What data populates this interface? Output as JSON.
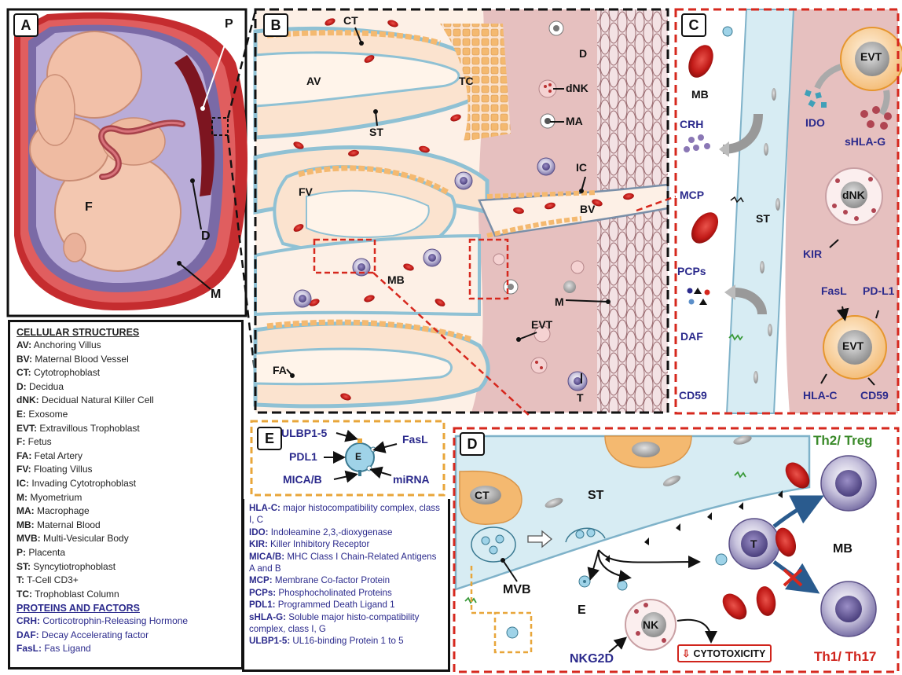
{
  "panels": {
    "a": "A",
    "b": "B",
    "c": "C",
    "d": "D",
    "e": "E"
  },
  "panel_a": {
    "p": "P",
    "f": "F",
    "d": "D",
    "m": "M"
  },
  "panel_b": {
    "ct": "CT",
    "d": "D",
    "av": "AV",
    "tc": "TC",
    "dnk": "dNK",
    "ma": "MA",
    "st": "ST",
    "ic": "IC",
    "fv": "FV",
    "bv": "BV",
    "mb": "MB",
    "m": "M",
    "evt": "EVT",
    "fa": "FA",
    "t": "T"
  },
  "panel_c": {
    "mb": "MB",
    "crh": "CRH",
    "mcp": "MCP",
    "st": "ST",
    "pcps": "PCPs",
    "daf": "DAF",
    "cd59_left": "CD59",
    "evt_top": "EVT",
    "ido": "IDO",
    "shlag": "sHLA-G",
    "dnk": "dNK",
    "kir": "KIR",
    "fasl": "FasL",
    "pdl1": "PD-L1",
    "evt_bottom": "EVT",
    "hlac": "HLA-C",
    "cd59_right": "CD59"
  },
  "panel_d": {
    "ct": "CT",
    "st": "ST",
    "mvb": "MVB",
    "e": "E",
    "nk": "NK",
    "nkg2d": "NKG2D",
    "cytotoxicity": "CYTOTOXICITY",
    "t": "T",
    "mb": "MB",
    "th2": "Th2/ Treg",
    "th1": "Th1/ Th17"
  },
  "panel_e": {
    "ulbp": "ULBP1-5",
    "fasl": "FasL",
    "pdl1": "PDL1",
    "e": "E",
    "mica": "MICA/B",
    "mirna": "miRNA"
  },
  "legend": {
    "cellular_header": "CELLULAR STRUCTURES",
    "cellular": [
      {
        "abbr": "AV:",
        "text": " Anchoring Villus"
      },
      {
        "abbr": "BV:",
        "text": " Maternal Blood Vessel"
      },
      {
        "abbr": "CT:",
        "text": " Cytotrophoblast"
      },
      {
        "abbr": "D:",
        "text": " Decidua"
      },
      {
        "abbr": "dNK:",
        "text": " Decidual Natural Killer Cell"
      },
      {
        "abbr": "E:",
        "text": " Exosome"
      },
      {
        "abbr": "EVT:",
        "text": " Extravillous Trophoblast"
      },
      {
        "abbr": "F:",
        "text": " Fetus"
      },
      {
        "abbr": "FA:",
        "text": " Fetal Artery"
      },
      {
        "abbr": "FV:",
        "text": " Floating Villus"
      },
      {
        "abbr": "IC:",
        "text": " Invading Cytotrophoblast"
      },
      {
        "abbr": "M:",
        "text": " Myometrium"
      },
      {
        "abbr": "MA:",
        "text": " Macrophage"
      },
      {
        "abbr": "MB:",
        "text": " Maternal Blood"
      },
      {
        "abbr": "MVB:",
        "text": " Multi-Vesicular Body"
      },
      {
        "abbr": "P:",
        "text": " Placenta"
      },
      {
        "abbr": "ST:",
        "text": " Syncytiotrophoblast"
      },
      {
        "abbr": "T:",
        "text": " T-Cell CD3+"
      },
      {
        "abbr": "TC:",
        "text": " Trophoblast Column"
      }
    ],
    "proteins_header": "PROTEINS AND FACTORS",
    "proteins": [
      {
        "abbr": "CRH:",
        "text": " Corticotrophin-Releasing Hormone"
      },
      {
        "abbr": "DAF:",
        "text": " Decay Accelerating factor"
      },
      {
        "abbr": "FasL:",
        "text": " Fas Ligand"
      }
    ],
    "proteins2": [
      {
        "abbr": "HLA-C:",
        "text": " major histocompatibility complex, class I, C"
      },
      {
        "abbr": "IDO:",
        "text": " Indoleamine 2,3,-dioxygenase"
      },
      {
        "abbr": "KIR:",
        "text": " Killer Inhibitory Receptor"
      },
      {
        "abbr": "MICA/B:",
        "text": " MHC Class I Chain-Related Antigens A and B"
      },
      {
        "abbr": "MCP:",
        "text": " Membrane Co-factor Protein"
      },
      {
        "abbr": "PCPs:",
        "text": " Phosphocholinated Proteins"
      },
      {
        "abbr": "PDL1:",
        "text": " Programmed Death Ligand 1"
      },
      {
        "abbr": "sHLA-G:",
        "text": " Soluble major histo-compatibility complex, class I, G"
      },
      {
        "abbr": "ULBP1-5:",
        "text": " UL16-binding Protein 1 to 5"
      }
    ]
  },
  "colors": {
    "dashed_red": "#d6281e",
    "dashed_orange": "#e8a63a",
    "label_blue": "#2b2a8c",
    "decidua_pink": "#e6c0bf",
    "villus_peach": "#fbe3cf",
    "st_blue": "#d7ecf3",
    "rbc_red": "#c8201e",
    "trophoblast_orange": "#f2b566"
  }
}
